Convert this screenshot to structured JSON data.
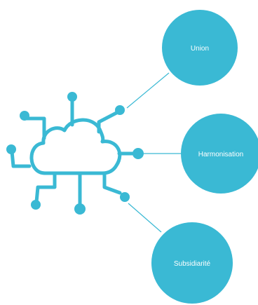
{
  "colors": {
    "accent": "#3ab9d4",
    "background": "#ffffff",
    "label_text": "#ffffff"
  },
  "icon": {
    "name": "cloud-network-icon"
  },
  "nodes": [
    {
      "id": "union",
      "label": "Union"
    },
    {
      "id": "harmonisation",
      "label": "Harmonisation"
    },
    {
      "id": "subsidiarite",
      "label": "Subsidiarité"
    }
  ]
}
